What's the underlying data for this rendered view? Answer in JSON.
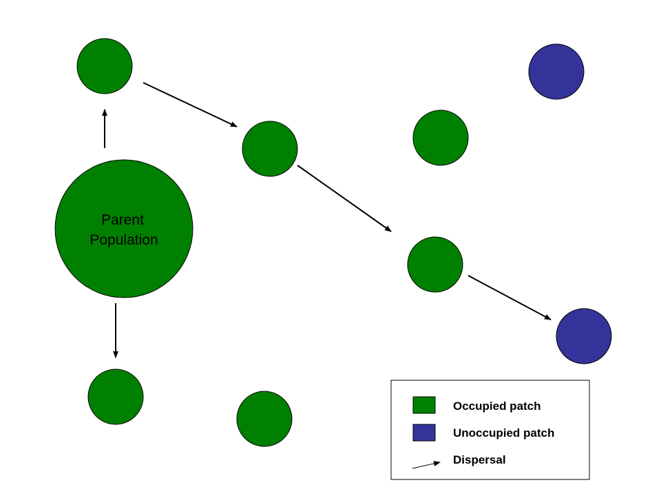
{
  "colors": {
    "occupied": "#008000",
    "unoccupied": "#333399",
    "stroke": "#000000",
    "background": "#ffffff"
  },
  "parent": {
    "line1": "Parent",
    "line2": "Population"
  },
  "legend": {
    "occupied_label": "Occupied patch",
    "unoccupied_label": "Unoccupied patch",
    "dispersal_label": "Dispersal"
  }
}
